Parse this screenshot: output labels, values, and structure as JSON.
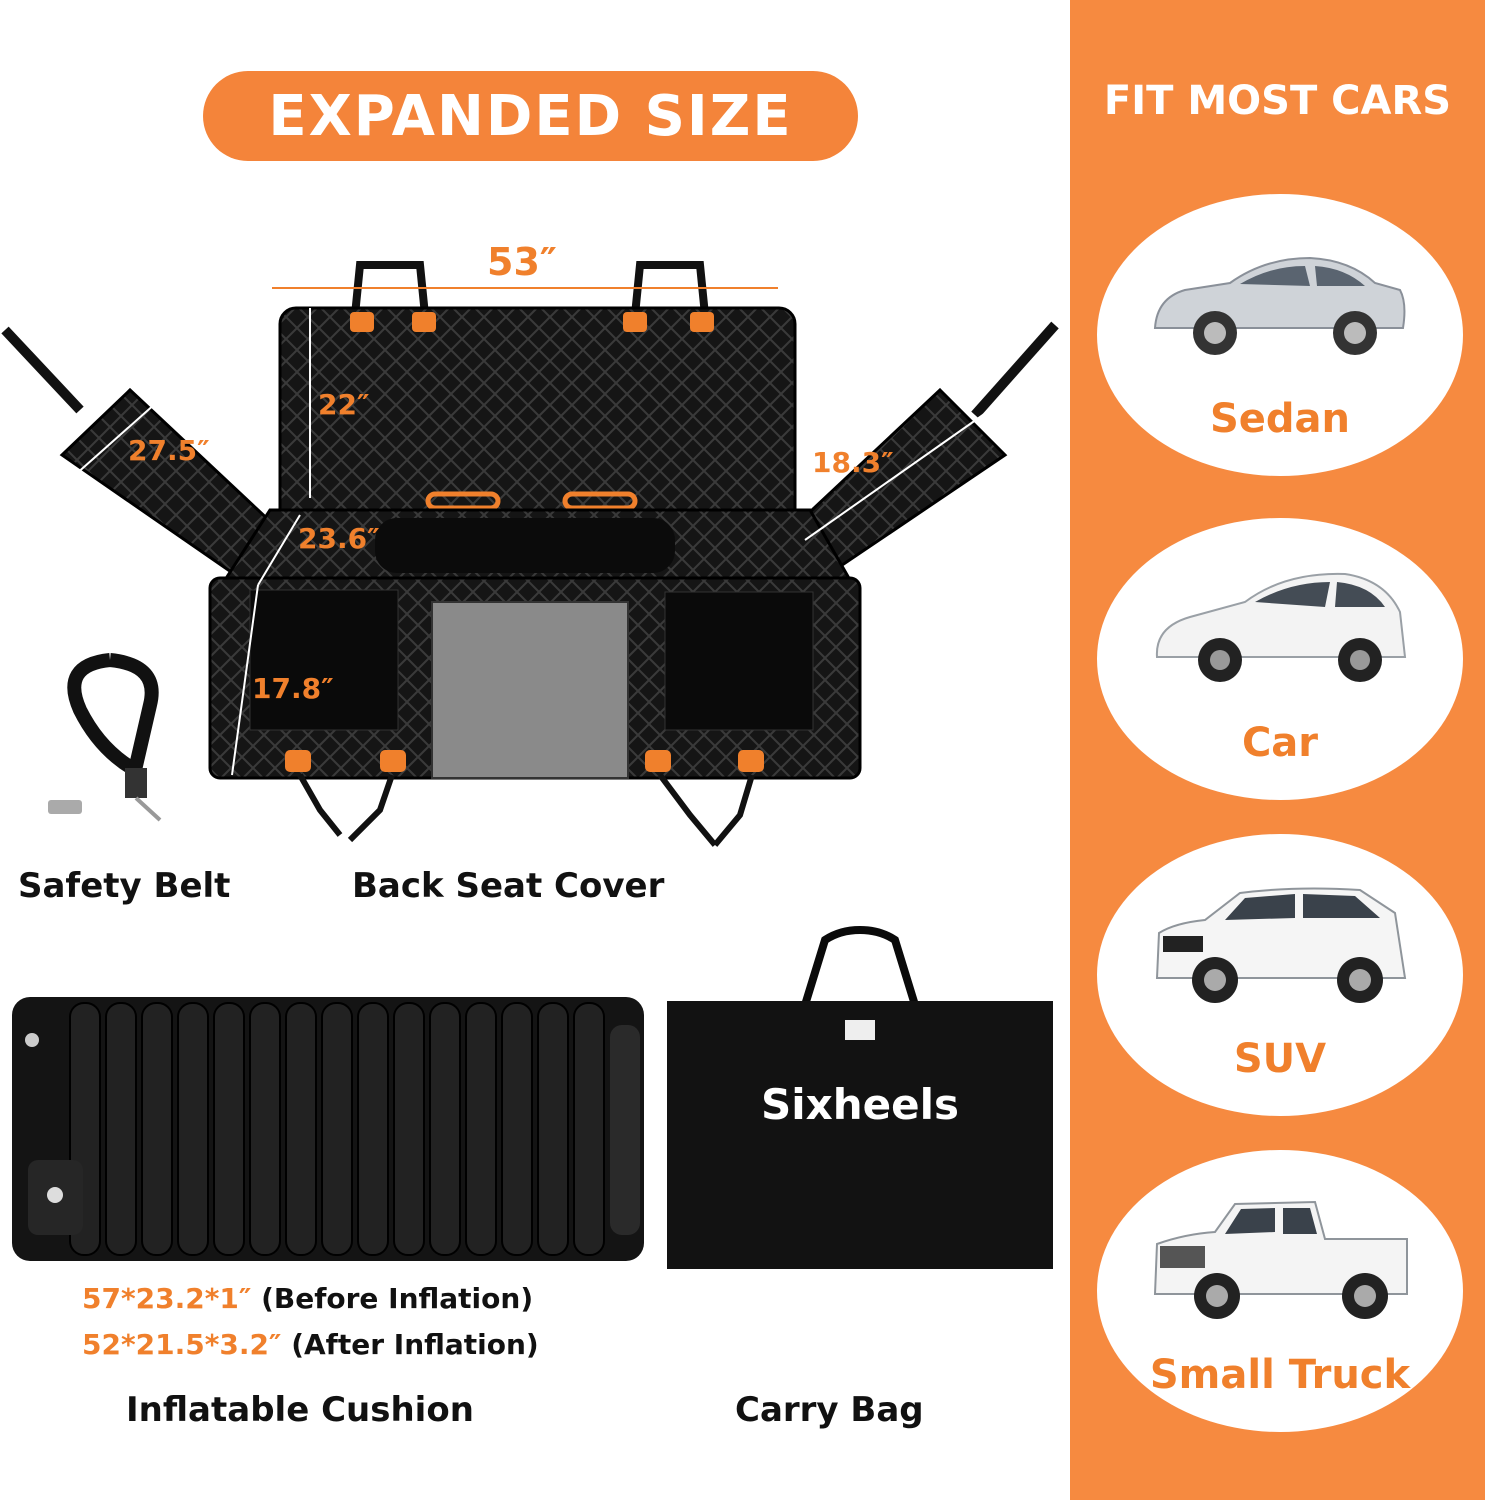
{
  "header": {
    "title": "EXPANDED SIZE"
  },
  "sidebar": {
    "title": "FIT MOST CARS",
    "cars": [
      {
        "label": "Sedan",
        "icon": "sedan-icon"
      },
      {
        "label": "Car",
        "icon": "hatchback-icon"
      },
      {
        "label": "SUV",
        "icon": "suv-icon"
      },
      {
        "label": "Small Truck",
        "icon": "pickup-truck-icon"
      }
    ]
  },
  "seat_cover": {
    "width": "53″",
    "back_height": "22″",
    "seat_depth": "23.6″",
    "pocket_height": "17.8″",
    "left_flap": "27.5″",
    "right_flap": "18.3″"
  },
  "captions": {
    "safety_belt": "Safety Belt",
    "back_seat_cover": "Back Seat Cover",
    "inflatable_cushion": "Inflatable Cushion",
    "carry_bag": "Carry Bag"
  },
  "cushion_specs": [
    {
      "size": "57*23.2*1″",
      "note": "(Before Inflation)"
    },
    {
      "size": "52*21.5*3.2″",
      "note": "(After Inflation)"
    }
  ],
  "carry_bag": {
    "brand": "Sixheels"
  },
  "colors": {
    "accent": "#f4843a",
    "sidebar": "#f68a40",
    "product": "#111111"
  }
}
